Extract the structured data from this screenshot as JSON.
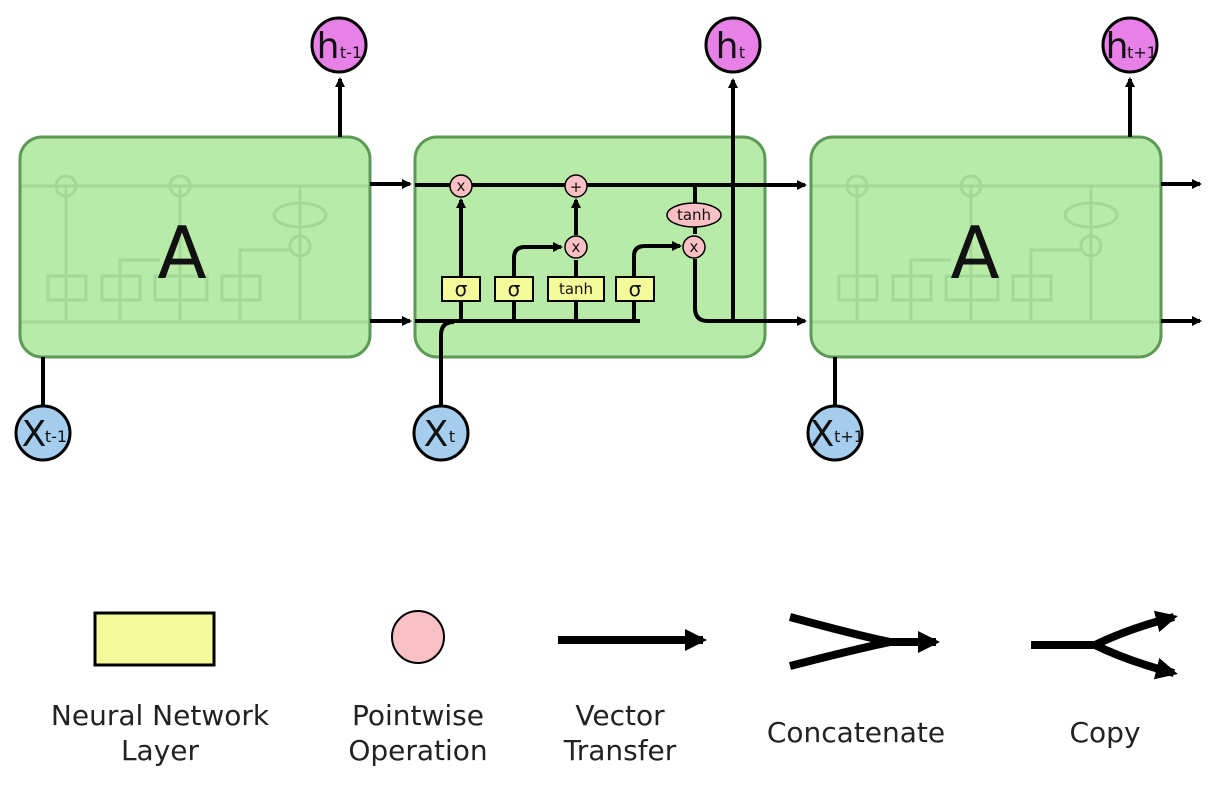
{
  "cells": [
    {
      "label": "A",
      "input": {
        "main": "X",
        "sub": "t-1"
      },
      "output": {
        "main": "h",
        "sub": "t-1"
      }
    },
    {
      "label": "",
      "input": {
        "main": "X",
        "sub": "t"
      },
      "output": {
        "main": "h",
        "sub": "t"
      }
    },
    {
      "label": "A",
      "input": {
        "main": "X",
        "sub": "t+1"
      },
      "output": {
        "main": "h",
        "sub": "t+1"
      }
    }
  ],
  "gates": {
    "layers": [
      "σ",
      "σ",
      "tanh",
      "σ"
    ],
    "ops": {
      "forget": "x",
      "add": "+",
      "input_mult": "x",
      "output_mult": "x"
    },
    "cell_tanh": "tanh"
  },
  "legend": [
    {
      "line1": "Neural Network",
      "line2": "Layer"
    },
    {
      "line1": "Pointwise",
      "line2": "Operation"
    },
    {
      "line1": "Vector",
      "line2": "Transfer"
    },
    {
      "line1": "Concatenate",
      "line2": ""
    },
    {
      "line1": "Copy",
      "line2": ""
    }
  ],
  "colors": {
    "cell_fill": "#b9eba8",
    "cell_stroke": "#5e9a57",
    "layer_fill": "#f4fb9b",
    "pointwise_fill": "#fbc0c4",
    "input_node": "#a4cdee",
    "output_node": "#e781e8"
  }
}
